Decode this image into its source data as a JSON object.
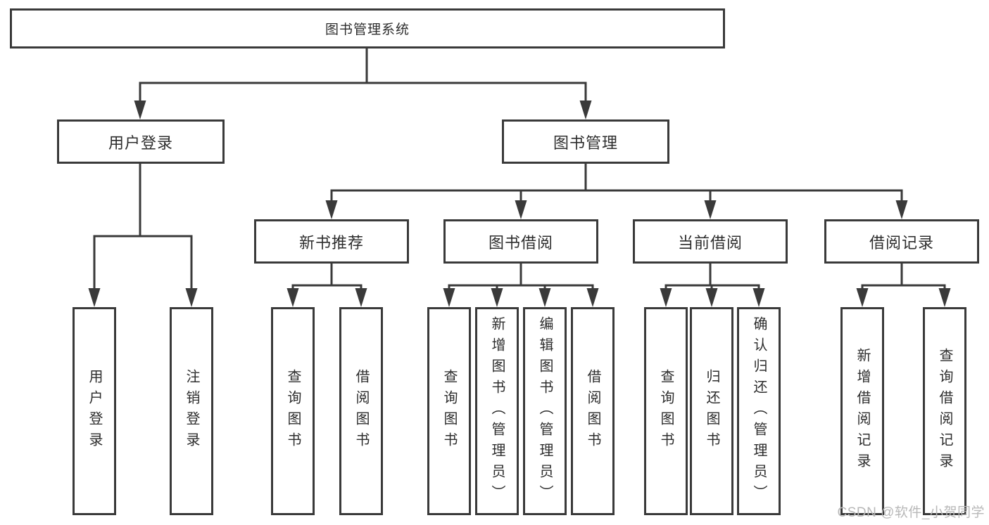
{
  "watermark": "CSDN @软件_小贺同学",
  "colors": {
    "line": "#3a3a3a",
    "box_border": "#3a3a3a",
    "text": "#2d2d2d",
    "watermark": "#b8b8b8",
    "background": "#ffffff"
  },
  "tree": {
    "label": "图书管理系统",
    "children": [
      {
        "label": "用户登录",
        "children": [
          {
            "label": "用户登录"
          },
          {
            "label": "注销登录"
          }
        ]
      },
      {
        "label": "图书管理",
        "children": [
          {
            "label": "新书推荐",
            "children": [
              {
                "label": "查询图书"
              },
              {
                "label": "借阅图书"
              }
            ]
          },
          {
            "label": "图书借阅",
            "children": [
              {
                "label": "查询图书"
              },
              {
                "label": "新增图书（管理员）"
              },
              {
                "label": "编辑图书（管理员）"
              },
              {
                "label": "借阅图书"
              }
            ]
          },
          {
            "label": "当前借阅",
            "children": [
              {
                "label": "查询图书"
              },
              {
                "label": "归还图书"
              },
              {
                "label": "确认归还（管理员）"
              }
            ]
          },
          {
            "label": "借阅记录",
            "children": [
              {
                "label": "新增借阅记录"
              },
              {
                "label": "查询借阅记录"
              }
            ]
          }
        ]
      }
    ]
  }
}
